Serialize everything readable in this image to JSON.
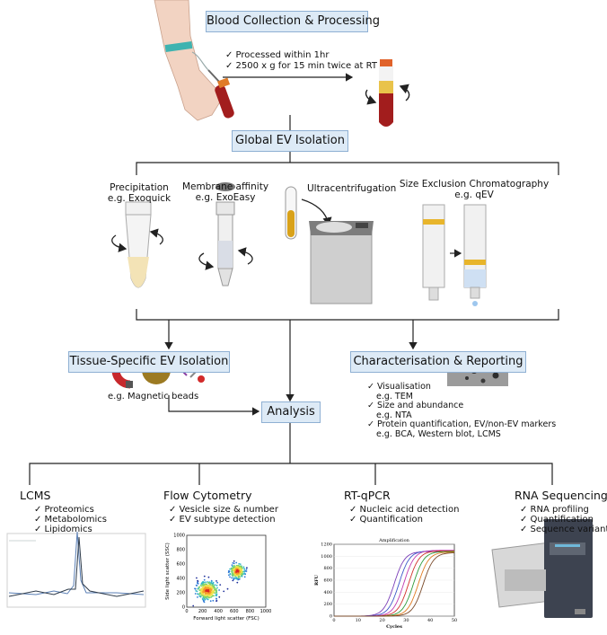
{
  "blood": {
    "title": "Blood Collection & Processing",
    "steps": [
      "✓ Processed within 1hr",
      "✓ 2500 x g for 15 min twice at RT"
    ]
  },
  "global": {
    "title": "Global EV Isolation",
    "methods": [
      {
        "label": "Precipitation",
        "sub": "e.g. Exoquick"
      },
      {
        "label": "Membrane affinity",
        "sub": "e.g. ExoEasy"
      },
      {
        "label": "Ultracentrifugation",
        "sub": ""
      },
      {
        "label": "Size Exclusion Chromatography",
        "sub": "e.g. qEV"
      }
    ]
  },
  "tissue": {
    "title": "Tissue-Specific EV Isolation",
    "example": "e.g. Magnetic beads"
  },
  "characterisation": {
    "title": "Characterisation & Reporting",
    "items": [
      {
        "label": "✓ Visualisation",
        "sub": "e.g. TEM"
      },
      {
        "label": "✓ Size and abundance",
        "sub": "e.g. NTA"
      },
      {
        "label": "✓ Protein quantification, EV/non-EV markers",
        "sub": "e.g. BCA, Western blot, LCMS"
      }
    ]
  },
  "analysis": {
    "title": "Analysis"
  },
  "lcms": {
    "title": "LCMS",
    "items": [
      "✓ Proteomics",
      "✓ Metabolomics",
      "✓ Lipidomics"
    ]
  },
  "flow": {
    "title": "Flow Cytometry",
    "items": [
      "✓ Vesicle size & number",
      "✓ EV subtype detection"
    ],
    "xlabel": "Forward light scatter (FSC)",
    "ylabel": "Side light scatter (SSC)",
    "xticks": [
      "0",
      "200",
      "400",
      "600",
      "800",
      "1000"
    ],
    "yticks": [
      "0",
      "200",
      "400",
      "600",
      "800",
      "1000"
    ]
  },
  "pcr": {
    "title": "RT-qPCR",
    "items": [
      "✓ Nucleic acid detection",
      "✓ Quantification"
    ],
    "plot_title": "Amplification",
    "xlabel": "Cycles",
    "ylabel": "RFU",
    "xticks": [
      "0",
      "10",
      "20",
      "30",
      "40",
      "50"
    ],
    "yticks": [
      "0",
      "200",
      "400",
      "600",
      "800",
      "1000",
      "1200"
    ]
  },
  "rnaseq": {
    "title": "RNA Sequencing",
    "items": [
      "✓ RNA profiling",
      "✓ Quantification",
      "✓ Sequence variants"
    ]
  },
  "colors": {
    "box_fill": "#ddeaf6",
    "box_border": "#8fb0d3",
    "blood": "#a21d1d",
    "plasma": "#e9c34a",
    "column_band": "#e8b52c"
  },
  "chart_data": [
    {
      "type": "line",
      "title": "Amplification",
      "xlabel": "Cycles",
      "ylabel": "RFU",
      "xlim": [
        0,
        50
      ],
      "ylim": [
        0,
        1200
      ],
      "series": [
        {
          "midpoint": 25,
          "plateau": 1080,
          "color": "#7a3db8"
        },
        {
          "midpoint": 27,
          "plateau": 1090,
          "color": "#3d57c9"
        },
        {
          "midpoint": 29,
          "plateau": 1100,
          "color": "#c03ab0"
        },
        {
          "midpoint": 31,
          "plateau": 1090,
          "color": "#d1332e"
        },
        {
          "midpoint": 33,
          "plateau": 1080,
          "color": "#2d9a3a"
        },
        {
          "midpoint": 35,
          "plateau": 1070,
          "color": "#e07a1f"
        },
        {
          "midpoint": 37,
          "plateau": 1060,
          "color": "#7a4a2a"
        }
      ]
    },
    {
      "type": "scatter",
      "xlabel": "Forward light scatter (FSC)",
      "ylabel": "Side light scatter (SSC)",
      "xlim": [
        0,
        1000
      ],
      "ylim": [
        0,
        1000
      ],
      "clusters": [
        {
          "center": [
            260,
            230
          ],
          "spread": [
            120,
            110
          ],
          "n": 420
        },
        {
          "center": [
            640,
            500
          ],
          "spread": [
            80,
            90
          ],
          "n": 300
        }
      ]
    }
  ]
}
